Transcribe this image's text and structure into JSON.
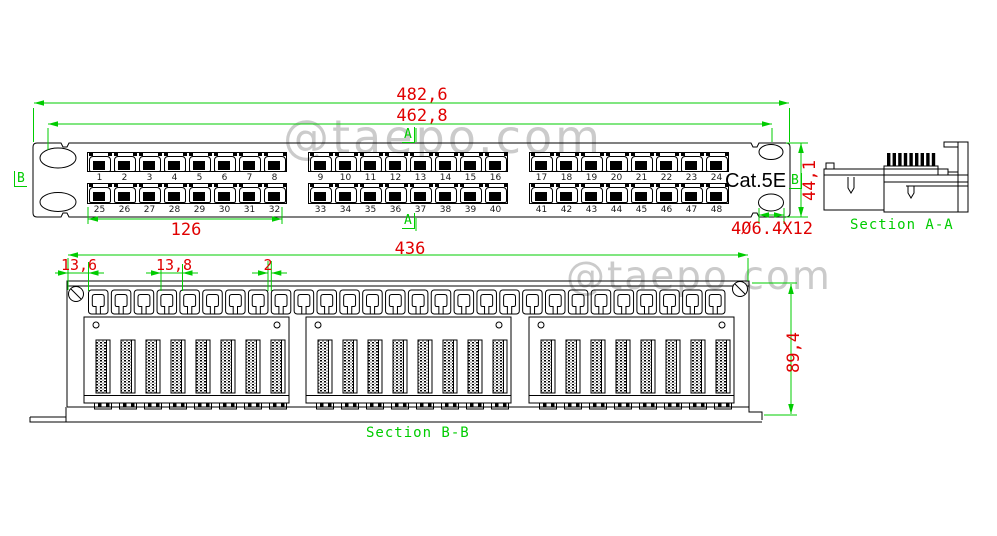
{
  "watermark": "@taepo.com",
  "front_view": {
    "product_label": "Cat.5E",
    "section_marker_a": "A",
    "section_marker_b": "B",
    "port_rows": {
      "top": [
        [
          1,
          2,
          3,
          4,
          5,
          6,
          7,
          8
        ],
        [
          9,
          10,
          11,
          12,
          13,
          14,
          15,
          16
        ],
        [
          17,
          18,
          19,
          20,
          21,
          22,
          23,
          24
        ]
      ],
      "bottom": [
        [
          25,
          26,
          27,
          28,
          29,
          30,
          31,
          32
        ],
        [
          33,
          34,
          35,
          36,
          37,
          38,
          39,
          40
        ],
        [
          41,
          42,
          43,
          44,
          45,
          46,
          47,
          48
        ]
      ]
    },
    "dimensions": {
      "overall_width": "482,6",
      "mounting_width": "462,8",
      "group_width": "126",
      "panel_height": "44,1",
      "mounting_slot": "4Ø6.4X12"
    }
  },
  "section_aa": {
    "title": "Section A-A"
  },
  "section_bb": {
    "title": "Section B-B",
    "dimensions": {
      "rear_width": "436",
      "edge_offset": "13,6",
      "hook_pitch": "13,8",
      "hook_gap": "2",
      "rear_height": "89,4"
    }
  },
  "colors": {
    "outline": "#000000",
    "dimension_text": "#e00000",
    "annotation": "#00cc00",
    "watermark": "#cbcbcb"
  }
}
